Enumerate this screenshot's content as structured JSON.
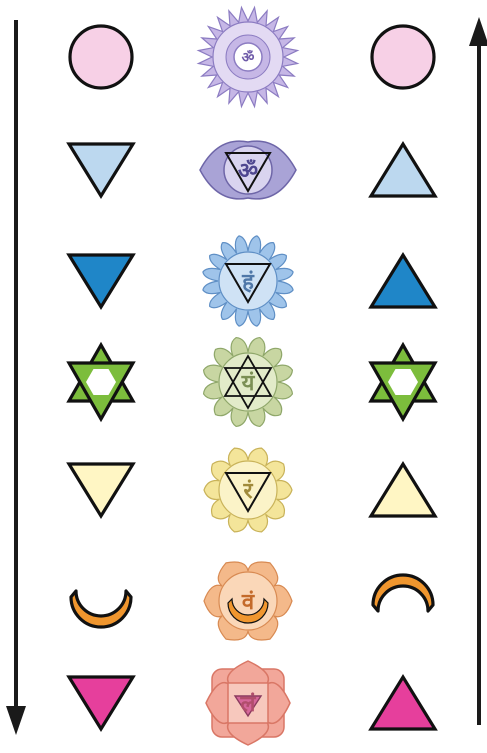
{
  "arrows": {
    "left": {
      "direction": "down",
      "icon": "arrow-down-icon"
    },
    "right": {
      "direction": "up",
      "icon": "arrow-up-icon"
    }
  },
  "rows": [
    {
      "name": "crown",
      "left": {
        "symbol": "circle",
        "fill": "#f7d0e6"
      },
      "center": {
        "petals": 24,
        "fill": "#c6b7e6",
        "stroke": "#8c7cc2",
        "inner": "#e3daf3",
        "bija": "ॐ",
        "bija_color": "#6e5aa8"
      },
      "right": {
        "symbol": "circle",
        "fill": "#f7d0e6"
      }
    },
    {
      "name": "third-eye",
      "left": {
        "symbol": "triangle-down",
        "fill": "#bcd8ef"
      },
      "center": {
        "petals": 2,
        "fill": "#a9a3d6",
        "stroke": "#6e66a8",
        "inner": "#d9d4ef",
        "bija": "ॐ",
        "bija_color": "#4f4790",
        "triangle": "down"
      },
      "right": {
        "symbol": "triangle-up",
        "fill": "#bcd8ef"
      }
    },
    {
      "name": "throat",
      "left": {
        "symbol": "triangle-down",
        "fill": "#1f86c8"
      },
      "center": {
        "petals": 16,
        "fill": "#9fc4ea",
        "stroke": "#5f8fc5",
        "inner": "#cfe2f5",
        "bija": "हं",
        "bija_color": "#4f77a8",
        "triangle": "down"
      },
      "right": {
        "symbol": "triangle-up",
        "fill": "#1f86c8"
      }
    },
    {
      "name": "heart",
      "left": {
        "symbol": "hexagram",
        "fill": "#7cbd3c"
      },
      "center": {
        "petals": 12,
        "fill": "#c8d6a2",
        "stroke": "#8fa76a",
        "inner": "#e2ebc9",
        "bija": "यं",
        "bija_color": "#7b8f55",
        "triangle": "star"
      },
      "right": {
        "symbol": "hexagram",
        "fill": "#7cbd3c"
      }
    },
    {
      "name": "solar-plexus",
      "left": {
        "symbol": "triangle-down",
        "fill": "#fff6c4"
      },
      "center": {
        "petals": 10,
        "fill": "#f4e59a",
        "stroke": "#c9b35a",
        "inner": "#fbf3c8",
        "bija": "रं",
        "bija_color": "#a08a3a",
        "triangle": "down"
      },
      "right": {
        "symbol": "triangle-up",
        "fill": "#fff6c4"
      }
    },
    {
      "name": "sacral",
      "left": {
        "symbol": "crescent-up",
        "fill": "#f0962e"
      },
      "center": {
        "petals": 6,
        "fill": "#f4b98a",
        "stroke": "#d88a52",
        "inner": "#fad7b8",
        "bija": "वं",
        "bija_color": "#c46a2a",
        "triangle": "crescent"
      },
      "right": {
        "symbol": "crescent-down",
        "fill": "#f0962e"
      }
    },
    {
      "name": "root",
      "left": {
        "symbol": "triangle-down",
        "fill": "#e63f9c"
      },
      "center": {
        "petals": 4,
        "fill": "#f2a79a",
        "stroke": "#d97766",
        "inner": "#f7c8bd",
        "bija": "लं",
        "bija_color": "#b14e6c",
        "triangle": "square"
      },
      "right": {
        "symbol": "triangle-up",
        "fill": "#e63f9c"
      }
    }
  ]
}
